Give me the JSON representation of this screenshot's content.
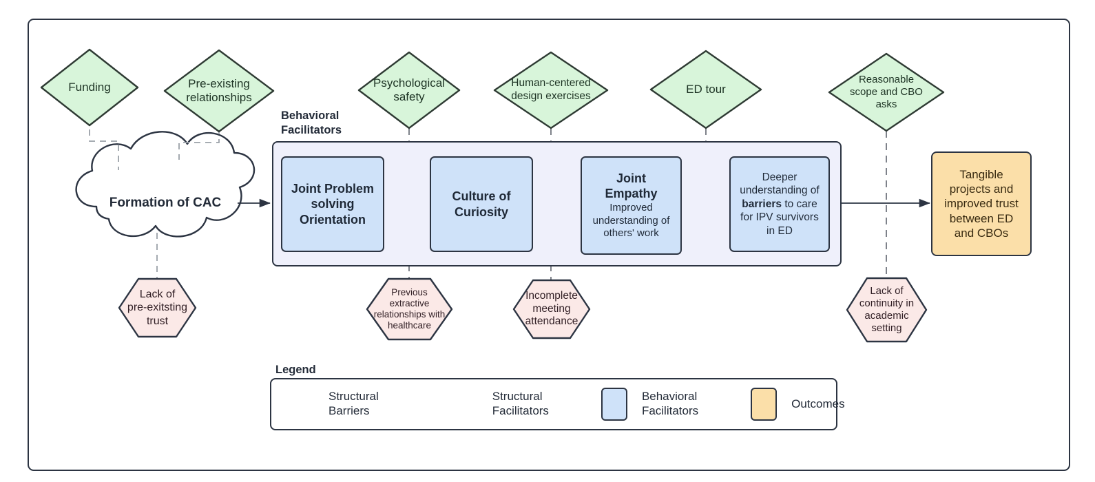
{
  "diagram": {
    "title_label": "Behavioral\nFacilitators",
    "cloud": {
      "label": "Formation of CAC"
    },
    "structural_facilitators": [
      {
        "id": "funding",
        "label": "Funding"
      },
      {
        "id": "pre-existing-relationships",
        "label": "Pre-existing\nrelationships"
      },
      {
        "id": "psychological-safety",
        "label": "Psychological\nsafety"
      },
      {
        "id": "human-centered-design-exercises",
        "label": "Human-centered\ndesign exercises"
      },
      {
        "id": "ed-tour",
        "label": "ED tour"
      },
      {
        "id": "reasonable-scope-and-cbo-asks",
        "label": "Reasonable\nscope and CBO\nasks"
      }
    ],
    "structural_barriers": [
      {
        "id": "lack-of-pre-existing-trust",
        "label": "Lack of\npre-exitsting\ntrust"
      },
      {
        "id": "previous-extractive-relationships",
        "label": "Previous\nextractive\nrelationships with\nhealthcare"
      },
      {
        "id": "incomplete-meeting-attendance",
        "label": "Incomplete\nmeeting\nattendance"
      },
      {
        "id": "lack-of-continuity",
        "label": "Lack of\ncontinuity in\nacademic\nsetting"
      }
    ],
    "behavioral_facilitators": [
      {
        "id": "joint-problem-solving-orientation",
        "bold": "Joint Problem\nsolving\nOrientation",
        "normal": ""
      },
      {
        "id": "culture-of-curiosity",
        "bold": "Culture of\nCuriosity",
        "normal": ""
      },
      {
        "id": "joint-empathy",
        "bold": "Joint\nEmpathy",
        "normal": "Improved\nunderstanding of\nothers' work"
      },
      {
        "id": "deeper-understanding-of-barriers",
        "bold": "",
        "normal": "Deeper understanding of barriers to care for IPV survivors in ED",
        "rich": true
      }
    ],
    "deeper_box": {
      "line1": "Deeper",
      "line2": "understanding of",
      "line3_bold": "barriers",
      "line3_rest": " to care",
      "line4": "for IPV survivors",
      "line5": "in ED"
    },
    "outcome": {
      "id": "tangible-projects",
      "label": "Tangible\nprojects and\nimproved trust\nbetween ED\nand CBOs"
    }
  },
  "legend": {
    "title": "Legend",
    "items": [
      {
        "id": "structural-barriers",
        "shape": "hexagon",
        "color": "#fbe9e7",
        "label": "Structural\nBarriers"
      },
      {
        "id": "structural-facilitators",
        "shape": "diamond",
        "color": "#d8f5da",
        "label": "Structural\nFacilitators"
      },
      {
        "id": "behavioral-facilitators",
        "shape": "rect",
        "color": "#cfe2f9",
        "label": "Behavioral\nFacilitators"
      },
      {
        "id": "outcomes",
        "shape": "rect",
        "color": "#fbdfa9",
        "label": "Outcomes"
      }
    ]
  },
  "colors": {
    "stroke": "#2c3442",
    "green_fill": "#d8f5da",
    "green_stroke": "#2e3a33",
    "pink_fill": "#fbe9e7",
    "blue_fill": "#cfe2f9",
    "orange_fill": "#fbdfa9",
    "container_fill": "#eff0fb",
    "dashed": "#8b8f98"
  }
}
